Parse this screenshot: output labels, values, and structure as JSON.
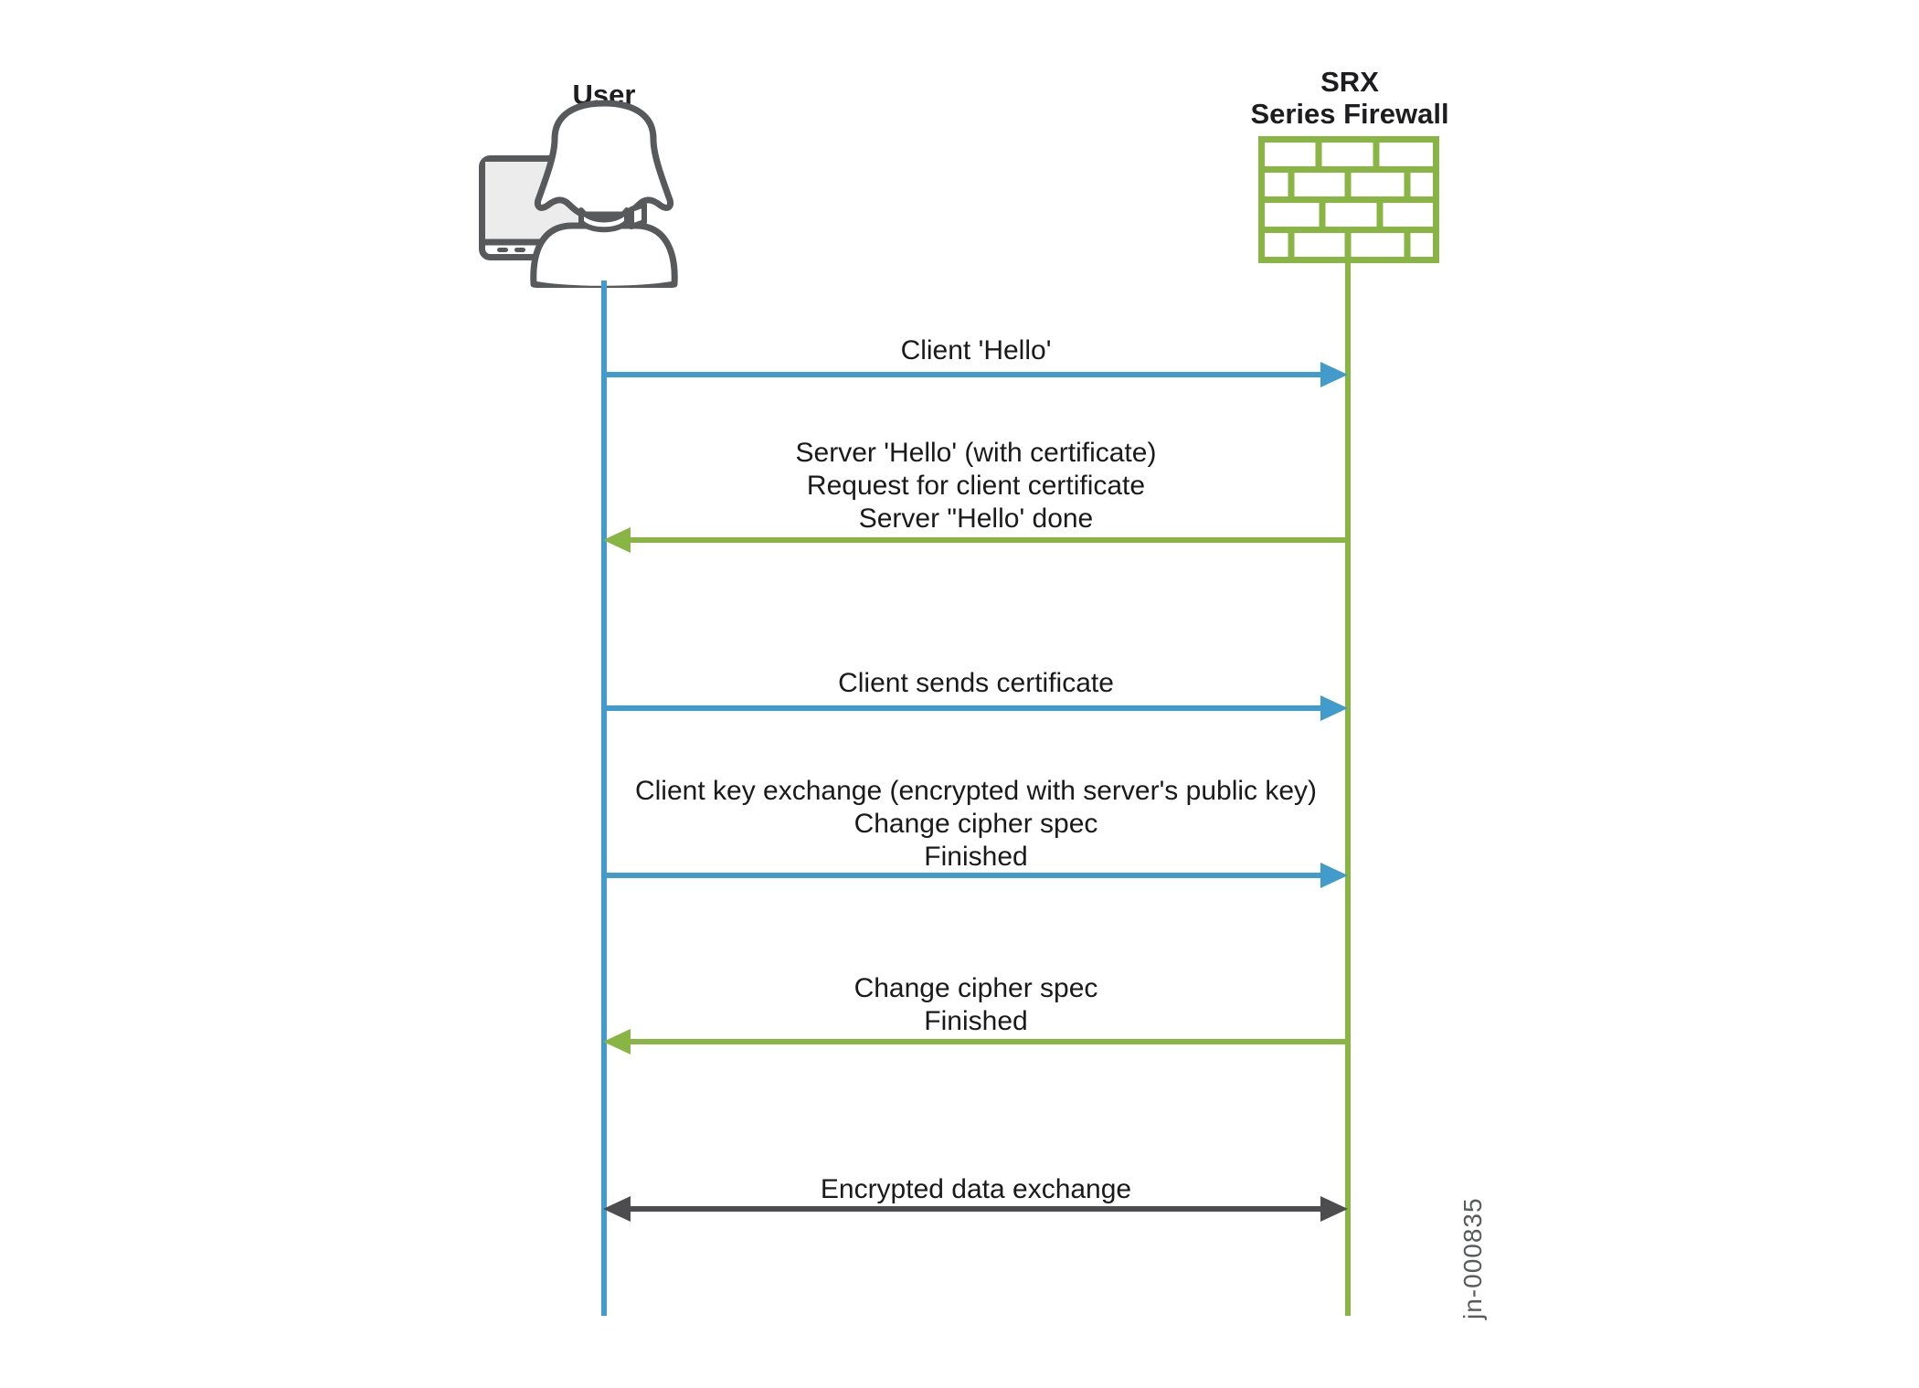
{
  "diagram": {
    "type": "sequence-diagram",
    "subject": "TLS handshake between user and SRX Series Firewall",
    "actors": [
      {
        "id": "user",
        "label": "User",
        "icon": "user-at-computer-icon",
        "lifeline_color": "#419CCB"
      },
      {
        "id": "srx",
        "label_line1": "SRX",
        "label_line2": "Series Firewall",
        "icon": "firewall-brick-wall-icon",
        "lifeline_color": "#88B544"
      }
    ],
    "messages": [
      {
        "lines": [
          "Client 'Hello'"
        ],
        "from": "User",
        "to": "SRX Series Firewall",
        "direction": "right",
        "color": "#419CCB"
      },
      {
        "lines": [
          "Server 'Hello' (with certificate)",
          "Request for client certificate",
          "Server \"Hello' done"
        ],
        "from": "SRX Series Firewall",
        "to": "User",
        "direction": "left",
        "color": "#88B544"
      },
      {
        "lines": [
          "Client sends certificate"
        ],
        "from": "User",
        "to": "SRX Series Firewall",
        "direction": "right",
        "color": "#419CCB"
      },
      {
        "lines": [
          "Client key exchange (encrypted with server's public key)",
          "Change cipher spec",
          "Finished"
        ],
        "from": "User",
        "to": "SRX Series Firewall",
        "direction": "right",
        "color": "#419CCB"
      },
      {
        "lines": [
          "Change cipher spec",
          "Finished"
        ],
        "from": "SRX Series Firewall",
        "to": "User",
        "direction": "left",
        "color": "#88B544"
      },
      {
        "lines": [
          "Encrypted data exchange"
        ],
        "from": "User",
        "to": "SRX Series Firewall",
        "direction": "both",
        "color": "#4D4D4F"
      }
    ],
    "figure_id": "jn-000835",
    "colors": {
      "client_blue": "#419CCB",
      "server_green": "#88B544",
      "bidirectional_gray": "#4D4D4F",
      "icon_outline_gray": "#58595B"
    }
  }
}
